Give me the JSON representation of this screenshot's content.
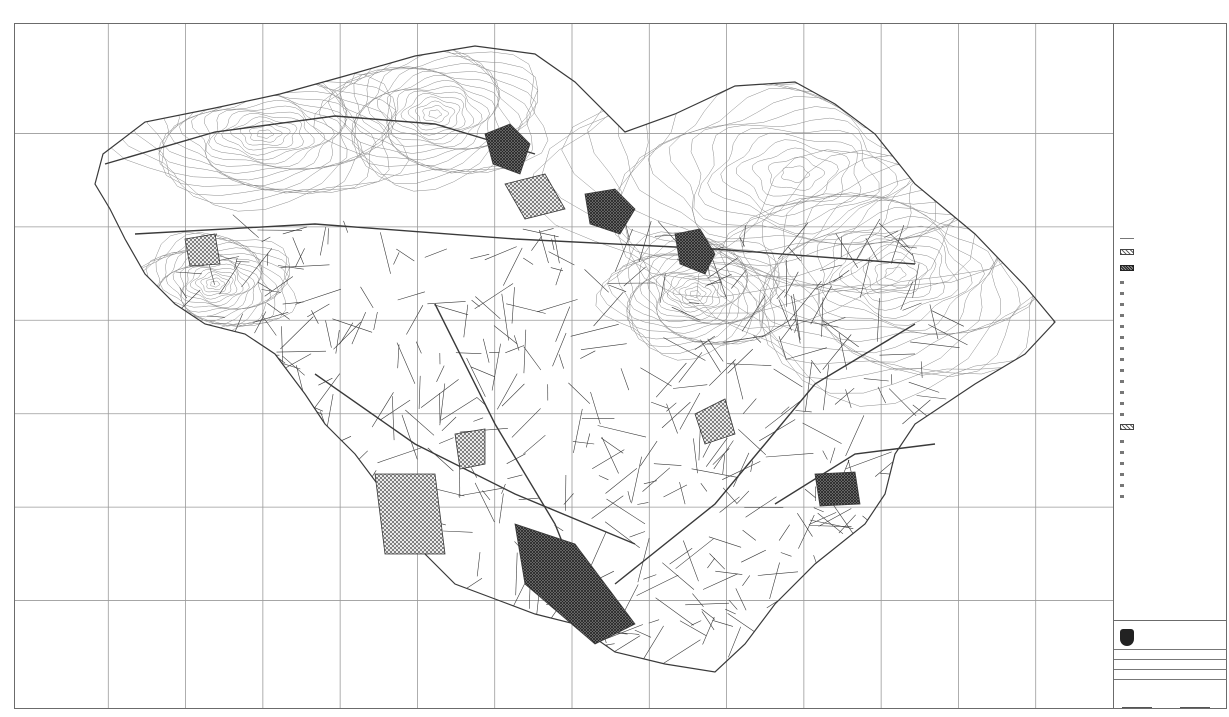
{
  "map": {
    "title": "",
    "grid": true,
    "grid_columns": 14,
    "grid_rows": 7,
    "colors": {
      "line": "#3a3a3a",
      "contour": "#8c8c8c",
      "hatch_fill": "#555555",
      "grid": "#9a9a9a",
      "paper": "#ffffff"
    },
    "labels": []
  },
  "legend": {
    "heading": "",
    "items": [
      {
        "swatch": "line",
        "label": ""
      },
      {
        "swatch": "hatch",
        "label": ""
      },
      {
        "swatch": "dark-hatch",
        "label": ""
      },
      {
        "swatch": "text",
        "label": ""
      },
      {
        "swatch": "text",
        "label": ""
      },
      {
        "swatch": "text",
        "label": ""
      },
      {
        "swatch": "text",
        "label": ""
      },
      {
        "swatch": "text",
        "label": ""
      },
      {
        "swatch": "text",
        "label": ""
      },
      {
        "swatch": "text",
        "label": ""
      },
      {
        "swatch": "text",
        "label": ""
      },
      {
        "swatch": "text",
        "label": ""
      },
      {
        "swatch": "text",
        "label": ""
      },
      {
        "swatch": "text",
        "label": ""
      },
      {
        "swatch": "text",
        "label": ""
      },
      {
        "swatch": "text",
        "label": ""
      },
      {
        "swatch": "hatch",
        "label": ""
      },
      {
        "swatch": "text",
        "label": ""
      },
      {
        "swatch": "text",
        "label": ""
      },
      {
        "swatch": "text",
        "label": ""
      },
      {
        "swatch": "text",
        "label": ""
      },
      {
        "swatch": "text",
        "label": ""
      },
      {
        "swatch": "text",
        "label": ""
      }
    ]
  },
  "title_block": {
    "institution": "",
    "department": "",
    "project": "",
    "sheet": "",
    "signature_left": "",
    "signature_right": ""
  }
}
